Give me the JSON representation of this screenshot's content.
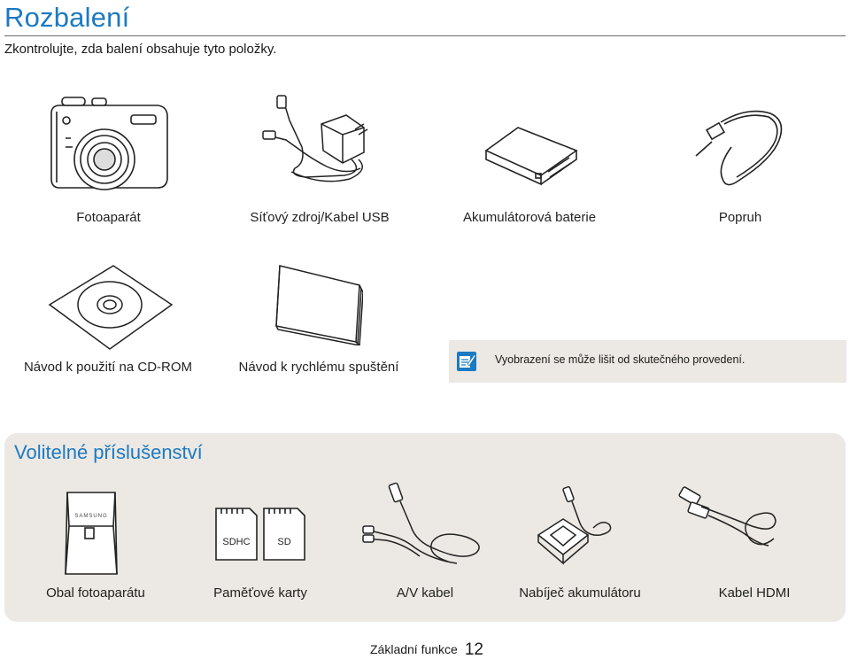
{
  "page": {
    "title": "Rozbalení",
    "subtitle": "Zkontrolujte, zda balení obsahuje tyto položky."
  },
  "package_items": [
    {
      "label": "Fotoaparát",
      "icon": "camera-icon"
    },
    {
      "label": "Síťový zdroj/Kabel USB",
      "icon": "ac-adapter-usb-cable-icon"
    },
    {
      "label": "Akumulátorová baterie",
      "icon": "battery-icon"
    },
    {
      "label": "Popruh",
      "icon": "strap-icon"
    },
    {
      "label": "Návod k použití na CD-ROM",
      "icon": "cd-rom-icon"
    },
    {
      "label": "Návod k rychlému spuštění",
      "icon": "quick-start-guide-icon"
    }
  ],
  "note": {
    "text": "Vyobrazení se může lišit od skutečného provedení.",
    "icon": "note-icon"
  },
  "optional": {
    "title": "Volitelné příslušenství",
    "items": [
      {
        "label": "Obal fotoaparátu",
        "icon": "camera-case-icon",
        "brand": "SAMSUNG"
      },
      {
        "label": "Paměťové karty",
        "icon": "memory-cards-icon",
        "card_labels": [
          "SDHC",
          "SD"
        ]
      },
      {
        "label": "A/V kabel",
        "icon": "av-cable-icon"
      },
      {
        "label": "Nabíječ akumulátoru",
        "icon": "battery-charger-icon"
      },
      {
        "label": "Kabel HDMI",
        "icon": "hdmi-cable-icon"
      }
    ]
  },
  "footer": {
    "section": "Základní funkce",
    "page_number": "12"
  },
  "colors": {
    "accent": "#1b7ac2",
    "panel": "#ece8e3"
  }
}
